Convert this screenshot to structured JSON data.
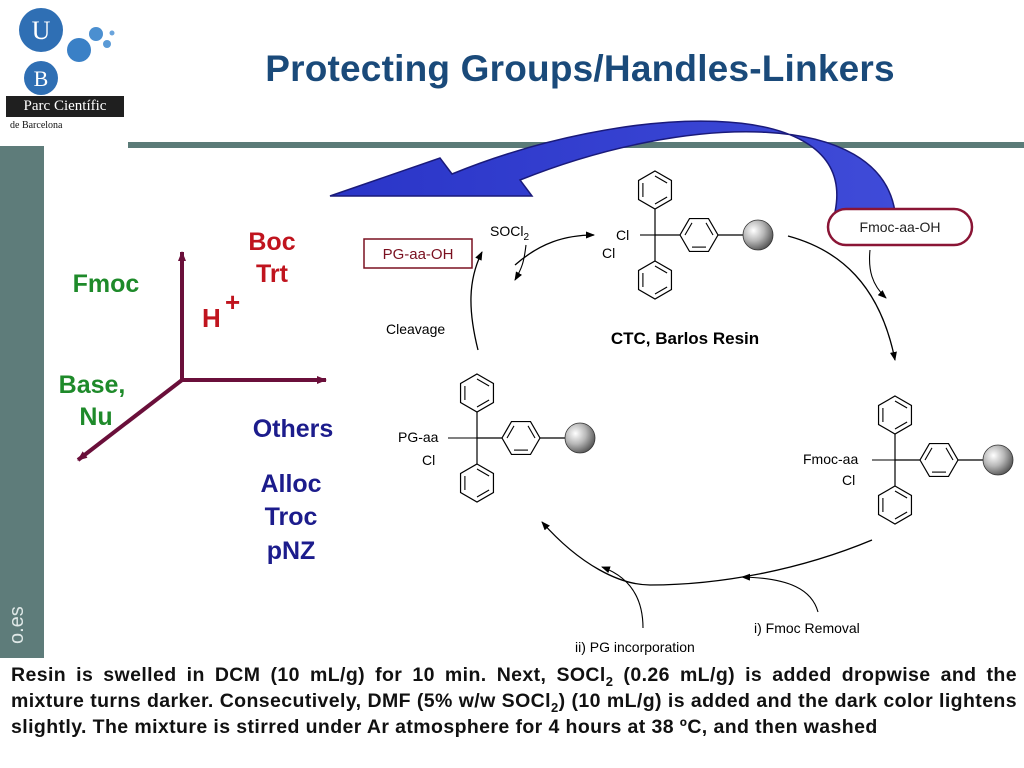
{
  "logo": {
    "letter_top": "U",
    "letter_bottom": "B",
    "band_text": "Parc Científic",
    "city_text": "de Barcelona"
  },
  "title": "Protecting Groups/Handles-Linkers",
  "side_text": "o.es",
  "axes": {
    "boc": "Boc",
    "trt": "Trt",
    "h": "H",
    "plus": "+",
    "fmoc": "Fmoc",
    "base": "Base,",
    "nu": "Nu",
    "others": "Others",
    "alloc": "Alloc",
    "troc": "Troc",
    "pnz": "pNZ"
  },
  "cycle": {
    "pg_aa_oh": "PG-aa-OH",
    "socl": "SOCl",
    "socl_sub": "2",
    "cleavage": "Cleavage",
    "resin_name": "CTC, Barlos Resin",
    "fmoc_aa_oh": "Fmoc-aa-OH",
    "cl": "Cl",
    "pg_aa": "PG-aa",
    "fmoc_aa": "Fmoc-aa",
    "fmoc_removal": "i) Fmoc Removal",
    "pg_incorporation": "ii) PG incorporation"
  },
  "caption": {
    "p1": "Resin is swelled in DCM (10 mL/g) for 10 min. Next, SOCl",
    "s1": "2",
    "p2": " (0.26 mL/g) is added dropwise and the mixture turns darker. Consecutively, DMF (5% w/w SOCl",
    "s2": "2",
    "p3": ") (10 mL/g) is added and the dark color lightens slightly. The mixture is stirred under Ar atmosphere for 4 hours at 38 ºC, and then washed"
  },
  "colors": {
    "title": "#1a4a7a",
    "green": "#1e8a2a",
    "red": "#c0141e",
    "navy": "#1c1c8c",
    "axis": "#6a0f3a",
    "arrow_blue": "#2a35c8",
    "teal": "#5b7b78"
  }
}
